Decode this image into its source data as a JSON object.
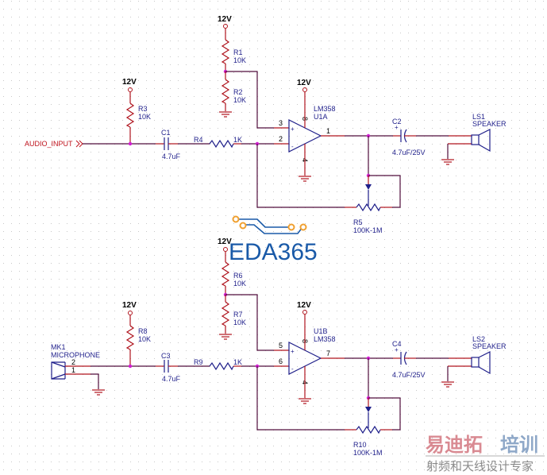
{
  "title": "LM358 Dual Audio Amplifier Schematic",
  "colors": {
    "wire": "#500d3c",
    "pin_lead": "#b0141e",
    "component_body": "#1f1f8a",
    "junction": "#d21ed2",
    "net_label": "#c0141e",
    "grid_dot": "#c8c8c8",
    "logo_blue": "#1a5aa8",
    "logo_pad": "#f0a030",
    "watermark_red": "#d98a92",
    "watermark_blue": "#8fa8c8",
    "watermark_gray": "#8a8a8a"
  },
  "power_label": "12V",
  "net_labels": {
    "audio_input": "AUDIO_INPUT"
  },
  "channel_a": {
    "R1": {
      "ref": "R1",
      "value": "10K"
    },
    "R2": {
      "ref": "R2",
      "value": "10K"
    },
    "R3": {
      "ref": "R3",
      "value": "10K"
    },
    "R4": {
      "ref": "R4",
      "value": "1K"
    },
    "R5": {
      "ref": "R5",
      "value": "100K-1M"
    },
    "C1": {
      "ref": "C1",
      "value": "4.7uF"
    },
    "C2": {
      "ref": "C2",
      "value": "4.7uF/25V",
      "polarity": "+"
    },
    "U1": {
      "ref": "U1A",
      "part": "LM358",
      "pin_noninv": "3",
      "pin_inv": "2",
      "pin_out": "1",
      "pin_vcc": "8",
      "pin_gnd": "4"
    },
    "LS": {
      "ref": "LS1",
      "value": "SPEAKER"
    }
  },
  "channel_b": {
    "R6": {
      "ref": "R6",
      "value": "10K"
    },
    "R7": {
      "ref": "R7",
      "value": "10K"
    },
    "R8": {
      "ref": "R8",
      "value": "10K"
    },
    "R9": {
      "ref": "R9",
      "value": "1K"
    },
    "R10": {
      "ref": "R10",
      "value": "100K-1M"
    },
    "C3": {
      "ref": "C3",
      "value": "4.7uF"
    },
    "C4": {
      "ref": "C4",
      "value": "4.7uF/25V",
      "polarity": "+"
    },
    "U1": {
      "ref": "U1B",
      "part": "LM358",
      "pin_noninv": "5",
      "pin_inv": "6",
      "pin_out": "7",
      "pin_vcc": "8",
      "pin_gnd": "4"
    },
    "LS": {
      "ref": "LS2",
      "value": "SPEAKER"
    },
    "MK": {
      "ref": "MK1",
      "value": "MICROPHONE",
      "pin_a": "2",
      "pin_b": "1"
    }
  },
  "logo": {
    "text": "EDA365"
  },
  "watermark": {
    "line1_red": "易迪拓",
    "line1_blue": "培训",
    "line2": "射频和天线设计专家"
  }
}
